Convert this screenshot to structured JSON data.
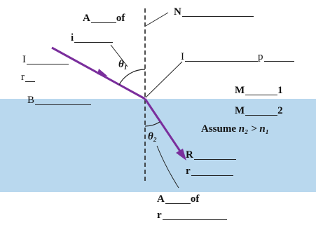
{
  "colors": {
    "water": "#b9d8ee",
    "ray": "#7a2e9c",
    "ink": "#222222"
  },
  "labels": {
    "angle_of_incidence": {
      "line1": "A",
      "line1_suffix": "of",
      "line2": "i"
    },
    "normal": "N",
    "incident_ray": {
      "line1": "I",
      "line2": "r"
    },
    "boundary": "B",
    "interface_point": {
      "prefix": "I",
      "suffix": "p"
    },
    "medium_1": {
      "letter": "M",
      "number": "1"
    },
    "medium_2": {
      "letter": "M",
      "number": "2"
    },
    "assume": "Assume",
    "assume_relation": "n₂ > n₁",
    "theta1": "θ₁",
    "theta2": "θ₂",
    "refracted_ray": {
      "line1": "R",
      "line2": "r"
    },
    "angle_of_refraction": {
      "line1": "A",
      "line1_suffix": "of",
      "line2": "r"
    }
  }
}
